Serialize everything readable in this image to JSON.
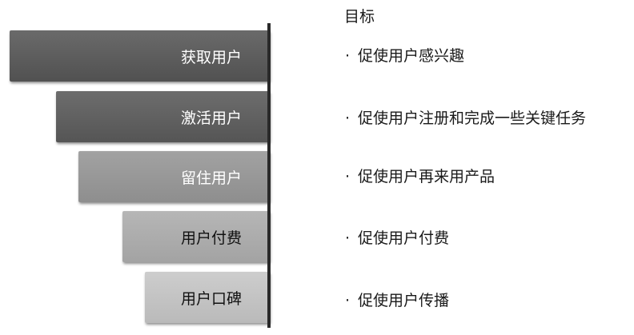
{
  "header": {
    "goal_title": "目标"
  },
  "stages": [
    {
      "label": "获取用户",
      "goal": "促使用户感兴趣"
    },
    {
      "label": "激活用户",
      "goal": "促使用户注册和完成一些关键任务"
    },
    {
      "label": "留住用户",
      "goal": "促使用户再来用产品"
    },
    {
      "label": "用户付费",
      "goal": "促使用户付费"
    },
    {
      "label": "用户口碑",
      "goal": "促使用户传播"
    }
  ],
  "bullet": "·"
}
